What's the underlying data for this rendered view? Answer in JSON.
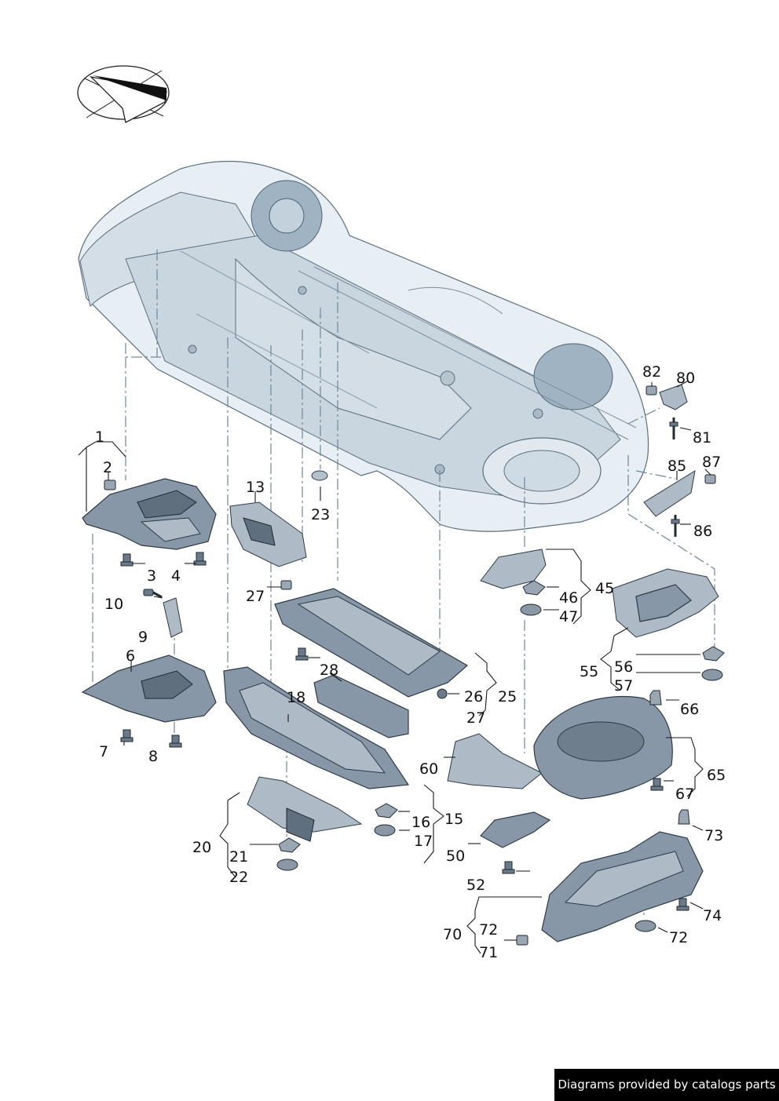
{
  "footer_text": "Diagrams provided by catalogs parts",
  "callouts": {
    "c1": "1",
    "c2": "2",
    "c3": "3",
    "c4": "4",
    "c6": "6",
    "c7": "7",
    "c8": "8",
    "c9": "9",
    "c10": "10",
    "c13": "13",
    "c15": "15",
    "c16": "16",
    "c17": "17",
    "c18": "18",
    "c20": "20",
    "c21": "21",
    "c22": "22",
    "c23": "23",
    "c25": "25",
    "c26": "26",
    "c27a": "27",
    "c27b": "27",
    "c28": "28",
    "c45": "45",
    "c46": "46",
    "c47": "47",
    "c50": "50",
    "c52": "52",
    "c55": "55",
    "c56": "56",
    "c57": "57",
    "c60": "60",
    "c65": "65",
    "c66": "66",
    "c67": "67",
    "c70": "70",
    "c71": "71",
    "c72a": "72",
    "c72b": "72",
    "c73": "73",
    "c74": "74",
    "c80": "80",
    "c81": "81",
    "c82": "82",
    "c85": "85",
    "c86": "86",
    "c87": "87"
  }
}
